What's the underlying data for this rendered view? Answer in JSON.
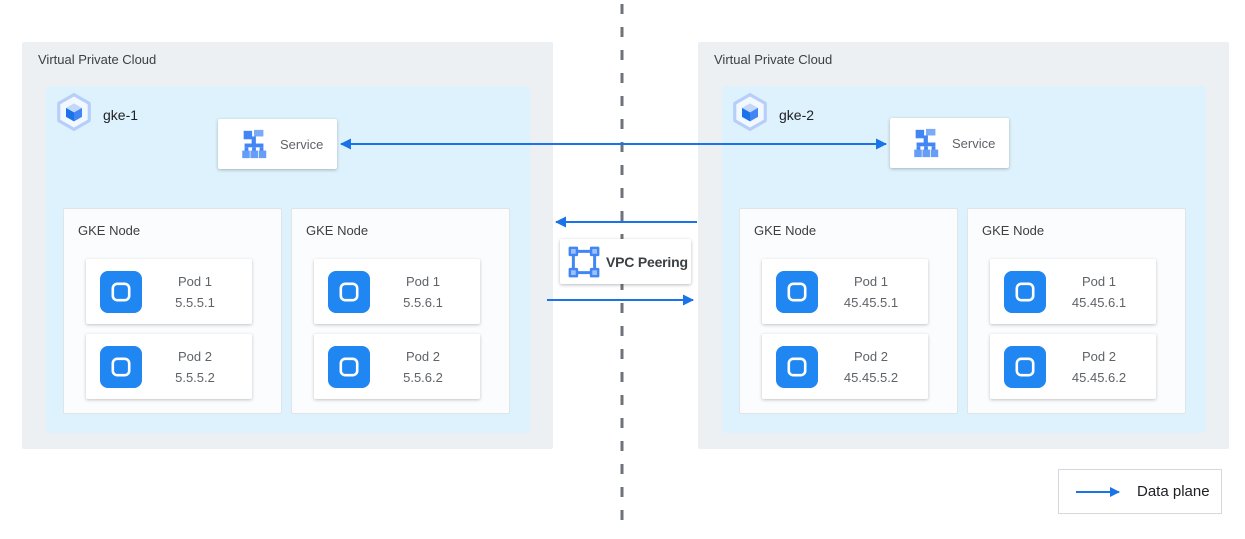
{
  "legend": {
    "label": "Data plane"
  },
  "peering": {
    "label": "VPC Peering"
  },
  "colors": {
    "arrow_blue": "#1a73e8",
    "pod_icon_blue": "#2086f1",
    "service_icon_blue": "#4285f4",
    "vpc_bg_gray": "#edf0f2",
    "cluster_bg_blue": "#def2fd",
    "dashed_boundary_gray": "#6d7378",
    "title_text": "#3c4043",
    "muted_text": "#5f6368"
  },
  "vpcs": [
    {
      "title": "Virtual Private Cloud",
      "cluster": {
        "name": "gke-1",
        "service": {
          "label": "Service"
        },
        "nodes": [
          {
            "title": "GKE Node",
            "pods": [
              {
                "name": "Pod 1",
                "ip": "5.5.5.1"
              },
              {
                "name": "Pod 2",
                "ip": "5.5.5.2"
              }
            ]
          },
          {
            "title": "GKE Node",
            "pods": [
              {
                "name": "Pod 1",
                "ip": "5.5.6.1"
              },
              {
                "name": "Pod 2",
                "ip": "5.5.6.2"
              }
            ]
          }
        ]
      }
    },
    {
      "title": "Virtual Private Cloud",
      "cluster": {
        "name": "gke-2",
        "service": {
          "label": "Service"
        },
        "nodes": [
          {
            "title": "GKE Node",
            "pods": [
              {
                "name": "Pod 1",
                "ip": "45.45.5.1"
              },
              {
                "name": "Pod 2",
                "ip": "45.45.5.2"
              }
            ]
          },
          {
            "title": "GKE Node",
            "pods": [
              {
                "name": "Pod 1",
                "ip": "45.45.6.1"
              },
              {
                "name": "Pod 2",
                "ip": "45.45.6.2"
              }
            ]
          }
        ]
      }
    }
  ]
}
